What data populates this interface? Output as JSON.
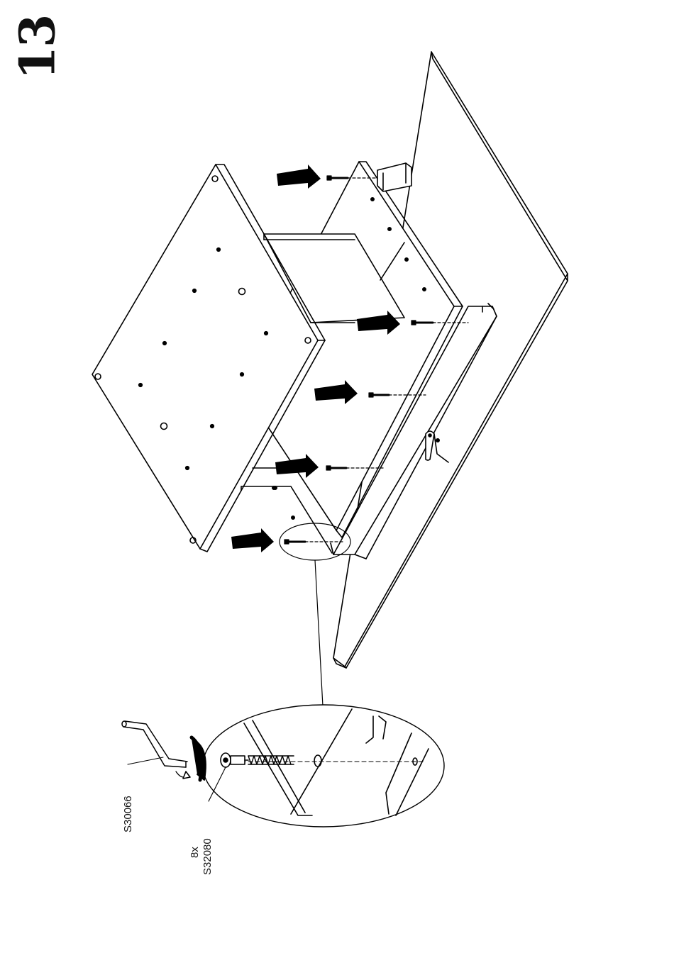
{
  "step": {
    "number": "13"
  },
  "parts": {
    "tool_code": "S30066",
    "screw_qty": "8x",
    "screw_code": "S32080"
  },
  "icons": [
    "arrow-right-icon",
    "rotate-clockwise-icon"
  ],
  "colors": {
    "line": "#000000",
    "background": "#ffffff"
  }
}
